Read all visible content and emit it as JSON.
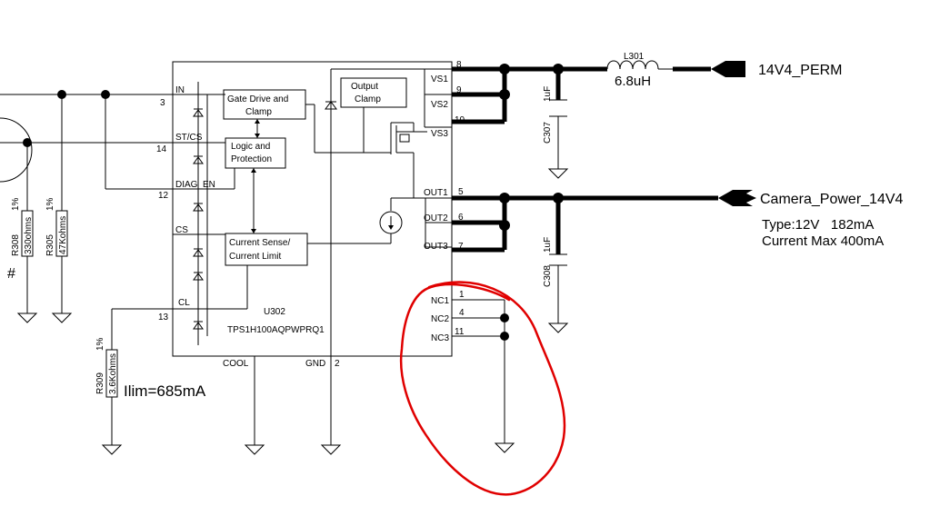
{
  "chip": {
    "ref": "U302",
    "part": "TPS1H100AQPWPRQ1",
    "blocks": {
      "gate_drive": [
        "Gate Drive and",
        "Clamp"
      ],
      "logic": [
        "Logic and",
        "Protection"
      ],
      "output_clamp": [
        "Output",
        "Clamp"
      ],
      "current_sense": [
        "Current Sense/",
        "Current Limit"
      ]
    },
    "left_pins": [
      {
        "num": "3",
        "name": "IN"
      },
      {
        "num": "14",
        "name": "ST/CS"
      },
      {
        "num": "12",
        "name": "DIAG_EN"
      },
      {
        "num": "",
        "name": "CS"
      },
      {
        "num": "13",
        "name": "CL"
      }
    ],
    "right_pins": [
      {
        "num": "8",
        "name": "VS1"
      },
      {
        "num": "9",
        "name": "VS2"
      },
      {
        "num": "10",
        "name": "VS3"
      },
      {
        "num": "5",
        "name": "OUT1"
      },
      {
        "num": "6",
        "name": "OUT2"
      },
      {
        "num": "7",
        "name": "OUT3"
      },
      {
        "num": "1",
        "name": "NC1"
      },
      {
        "num": "4",
        "name": "NC2"
      },
      {
        "num": "11",
        "name": "NC3"
      }
    ],
    "bottom_pins": [
      {
        "num": "",
        "name": "COOL"
      },
      {
        "num": "2",
        "name": "GND"
      }
    ]
  },
  "components": {
    "l301": {
      "ref": "L301",
      "value": "6.8uH"
    },
    "c307": {
      "ref": "C307",
      "value": "1uF"
    },
    "c308": {
      "ref": "C308",
      "value": "1uF"
    },
    "r308": {
      "ref": "R308",
      "tol": "1%",
      "value": "330ohms"
    },
    "r305": {
      "ref": "R305",
      "tol": "1%",
      "value": "47Kohms"
    },
    "r309": {
      "ref": "R309",
      "tol": "1%",
      "value": "3.6Kohms"
    }
  },
  "nets": {
    "supply": "14V4_PERM",
    "output": "Camera_Power_14V4"
  },
  "notes": {
    "type_line": "Type:12V   182mA",
    "current_max": "Current Max 400mA",
    "ilim": "Ilim=685mA",
    "hash": "#"
  },
  "colors": {
    "wire": "#000000",
    "annotation": "#e00000"
  }
}
